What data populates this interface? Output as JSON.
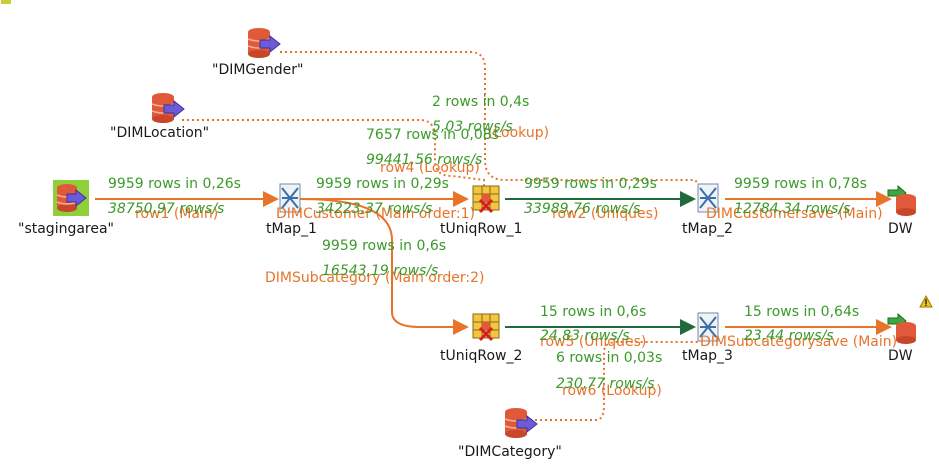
{
  "components": {
    "dimgender": "\"DIMGender\"",
    "dimlocation": "\"DIMLocation\"",
    "stagingarea": "\"stagingarea\"",
    "tmap1": "tMap_1",
    "tuniq1": "tUniqRow_1",
    "tmap2": "tMap_2",
    "dw1": "DW",
    "tuniq2": "tUniqRow_2",
    "tmap3": "tMap_3",
    "dw2": "DW",
    "dimcategory": "\"DIMCategory\""
  },
  "links": {
    "row1": {
      "name": "row1 (Main)",
      "rows": "9959 rows in 0,26s",
      "rate": "38750,97 rows/s"
    },
    "dimcustomer": {
      "name": "DIMCustomer (Main order:1)",
      "rows": "9959 rows in 0,29s",
      "rate": "34223,37 rows/s"
    },
    "row4": {
      "name": "row4 (Lookup)",
      "rows": "7657 rows in 0,08s",
      "rate": "99441,56 rows/s"
    },
    "gender_lookup": {
      "name": "(Lookup)",
      "rows": "2 rows in 0,4s",
      "rate": "5,03 rows/s"
    },
    "row2": {
      "name": "row2 (Uniques)",
      "rows": "9959 rows in 0,29s",
      "rate": "33989,76 rows/s"
    },
    "dimcustomersave": {
      "name": "DIMCustomersave (Main)",
      "rows": "9959 rows in 0,78s",
      "rate": "12784,34 rows/s"
    },
    "dimsubcategory": {
      "name": "DIMSubcategory (Main order:2)",
      "rows": "9959 rows in 0,6s",
      "rate": "16543,19 rows/s"
    },
    "row5": {
      "name": "row5 (Uniques)",
      "rows": "15 rows in 0,6s",
      "rate": "24,83 rows/s"
    },
    "row6": {
      "name": "row6 (Lookup)",
      "rows": "6 rows in 0,03s",
      "rate": "230,77 rows/s"
    },
    "dimsubcategorysave": {
      "name": "DIMSubcategorysave (Main)",
      "rows": "15 rows in 0,64s",
      "rate": "23,44 rows/s"
    }
  },
  "icons": {
    "db": "database-input-icon",
    "map": "tmap-icon",
    "uniq": "tuniqrow-icon",
    "out": "database-output-icon",
    "warn": "warning-icon"
  },
  "colors": {
    "main_link": "#e8742a",
    "uniques_link": "#1f6b3a",
    "stats": "#3a9a2a",
    "db_body": "#e05a3a",
    "arrow": "#6b5bd6"
  }
}
